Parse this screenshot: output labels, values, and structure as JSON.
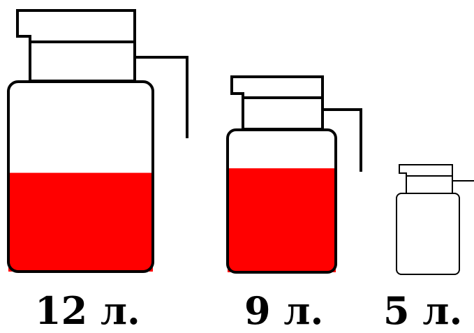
{
  "colors": {
    "liquid": "#ff0000",
    "outline": "#000000",
    "background": "#ffffff"
  },
  "jugs": [
    {
      "id": "jug-12",
      "label": "12 л.",
      "capacity_l": 12,
      "fill_fraction": 0.52
    },
    {
      "id": "jug-9",
      "label": "9 л.",
      "capacity_l": 9,
      "fill_fraction": 0.73
    },
    {
      "id": "jug-5",
      "label": "5 л.",
      "capacity_l": 5,
      "fill_fraction": 0.0
    }
  ]
}
